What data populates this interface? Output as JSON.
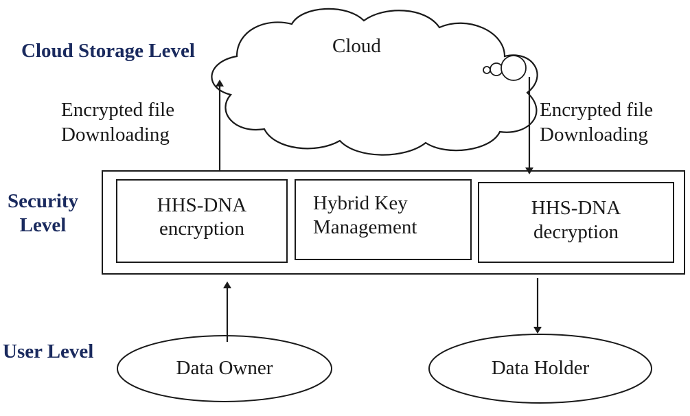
{
  "levels": {
    "cloud_storage": "Cloud Storage Level",
    "security_line1": "Security",
    "security_line2": "Level",
    "user": "User Level"
  },
  "cloud": {
    "label": "Cloud"
  },
  "left_arrow_label": {
    "line1": "Encrypted file",
    "line2": "Downloading"
  },
  "right_arrow_label": {
    "line1": "Encrypted file",
    "line2": "Downloading"
  },
  "security_boxes": {
    "encryption": {
      "line1": "HHS-DNA",
      "line2": "encryption"
    },
    "key_management": {
      "line1": "Hybrid Key",
      "line2": "Management"
    },
    "decryption": {
      "line1": "HHS-DNA",
      "line2": "decryption"
    }
  },
  "users": {
    "owner": "Data Owner",
    "holder": "Data Holder"
  },
  "colors": {
    "level_text": "#1a2a5e",
    "stroke": "#1a1a1a",
    "background": "#ffffff"
  }
}
